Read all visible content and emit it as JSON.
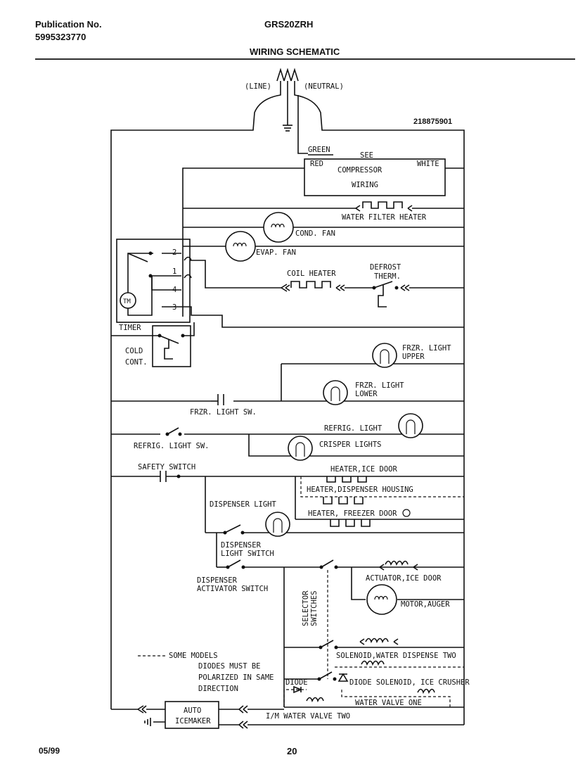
{
  "header": {
    "publication_label": "Publication No.",
    "publication_number": "5995323770",
    "model": "GRS20ZRH",
    "section_title": "WIRING SCHEMATIC",
    "diagram_number": "218875901"
  },
  "footer": {
    "date": "05/99",
    "page": "20"
  },
  "labels": {
    "line": "(LINE)",
    "neutral": "(NEUTRAL)",
    "green": "GREEN",
    "red": "RED",
    "white": "WHITE",
    "see": "SEE",
    "compressor": "COMPRESSOR",
    "wiring": "WIRING",
    "water_filter_heater": "WATER FILTER HEATER",
    "cond_fan": "COND. FAN",
    "evap_fan": "EVAP. FAN",
    "coil_heater": "COIL HEATER",
    "defrost": "DEFROST",
    "therm": "THERM.",
    "tm": "TM",
    "timer": "TIMER",
    "terminal_1": "1",
    "terminal_2": "2",
    "terminal_3": "3",
    "terminal_4": "4",
    "cold": "COLD",
    "cont": "CONT.",
    "frzr_light": "FRZR. LIGHT",
    "upper": "UPPER",
    "lower": "LOWER",
    "frzr_light_sw": "FRZR. LIGHT SW.",
    "refrig_light": "REFRIG. LIGHT",
    "refrig_light_sw": "REFRIG. LIGHT SW.",
    "crisper_lights": "CRISPER LIGHTS",
    "safety_switch": "SAFETY SWITCH",
    "heater_ice_door": "HEATER,ICE DOOR",
    "heater_dispenser_housing": "HEATER,DISPENSER HOUSING",
    "heater_freezer_door": "HEATER, FREEZER DOOR",
    "dispenser_light": "DISPENSER LIGHT",
    "dispenser": "DISPENSER",
    "light_switch": "LIGHT SWITCH",
    "activator_switch": "ACTIVATOR SWITCH",
    "actuator_ice_door": "ACTUATOR,ICE DOOR",
    "motor_auger": "MOTOR,AUGER",
    "selector": "SELECTOR",
    "switches": "SWITCHES",
    "some_models": "SOME MODELS",
    "diodes_must_be": "DIODES MUST BE",
    "polarized_in_same": "POLARIZED IN SAME",
    "direction": "DIRECTION",
    "solenoid_water_dispense_two": "SOLENOID,WATER DISPENSE TWO",
    "diode": "DIODE",
    "diode_solenoid_ice_crusher": "DIODE SOLENOID, ICE CRUSHER",
    "water_valve_one": "WATER VALVE ONE",
    "auto": "AUTO",
    "icemaker": "ICEMAKER",
    "im_water_valve_two": "I/M WATER VALVE TWO"
  }
}
